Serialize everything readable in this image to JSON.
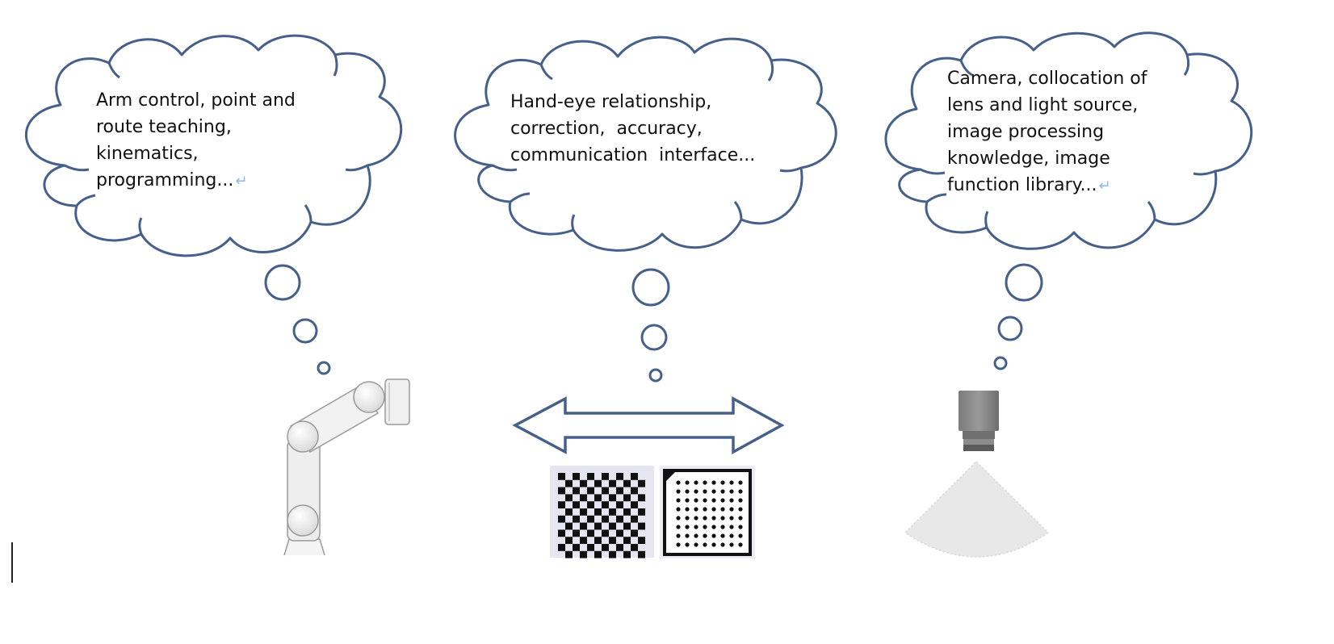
{
  "clouds": [
    {
      "id": "robot-arm",
      "lines": [
        "Arm control, point and",
        "route teaching,",
        "kinematics,",
        "programming..."
      ],
      "return_mark": "↵"
    },
    {
      "id": "hand-eye",
      "lines": [
        "Hand-eye relationship,",
        "correction,  accuracy,",
        "communication  interface..."
      ],
      "return_mark": ""
    },
    {
      "id": "camera",
      "lines": [
        "Camera, collocation of",
        "lens and light source,",
        "image processing",
        "knowledge, image",
        "function library..."
      ],
      "return_mark": "↵"
    }
  ],
  "icons": {
    "robot": "robot-arm-icon",
    "arrow": "double-arrow-icon",
    "checkerboard": "checkerboard-calibration-icon",
    "dotgrid": "dot-grid-calibration-icon",
    "camera": "industrial-camera-icon",
    "light": "light-cone-icon"
  },
  "colors": {
    "outline": "#46608a",
    "text": "#111111",
    "return_mark": "#8fb6e6"
  }
}
